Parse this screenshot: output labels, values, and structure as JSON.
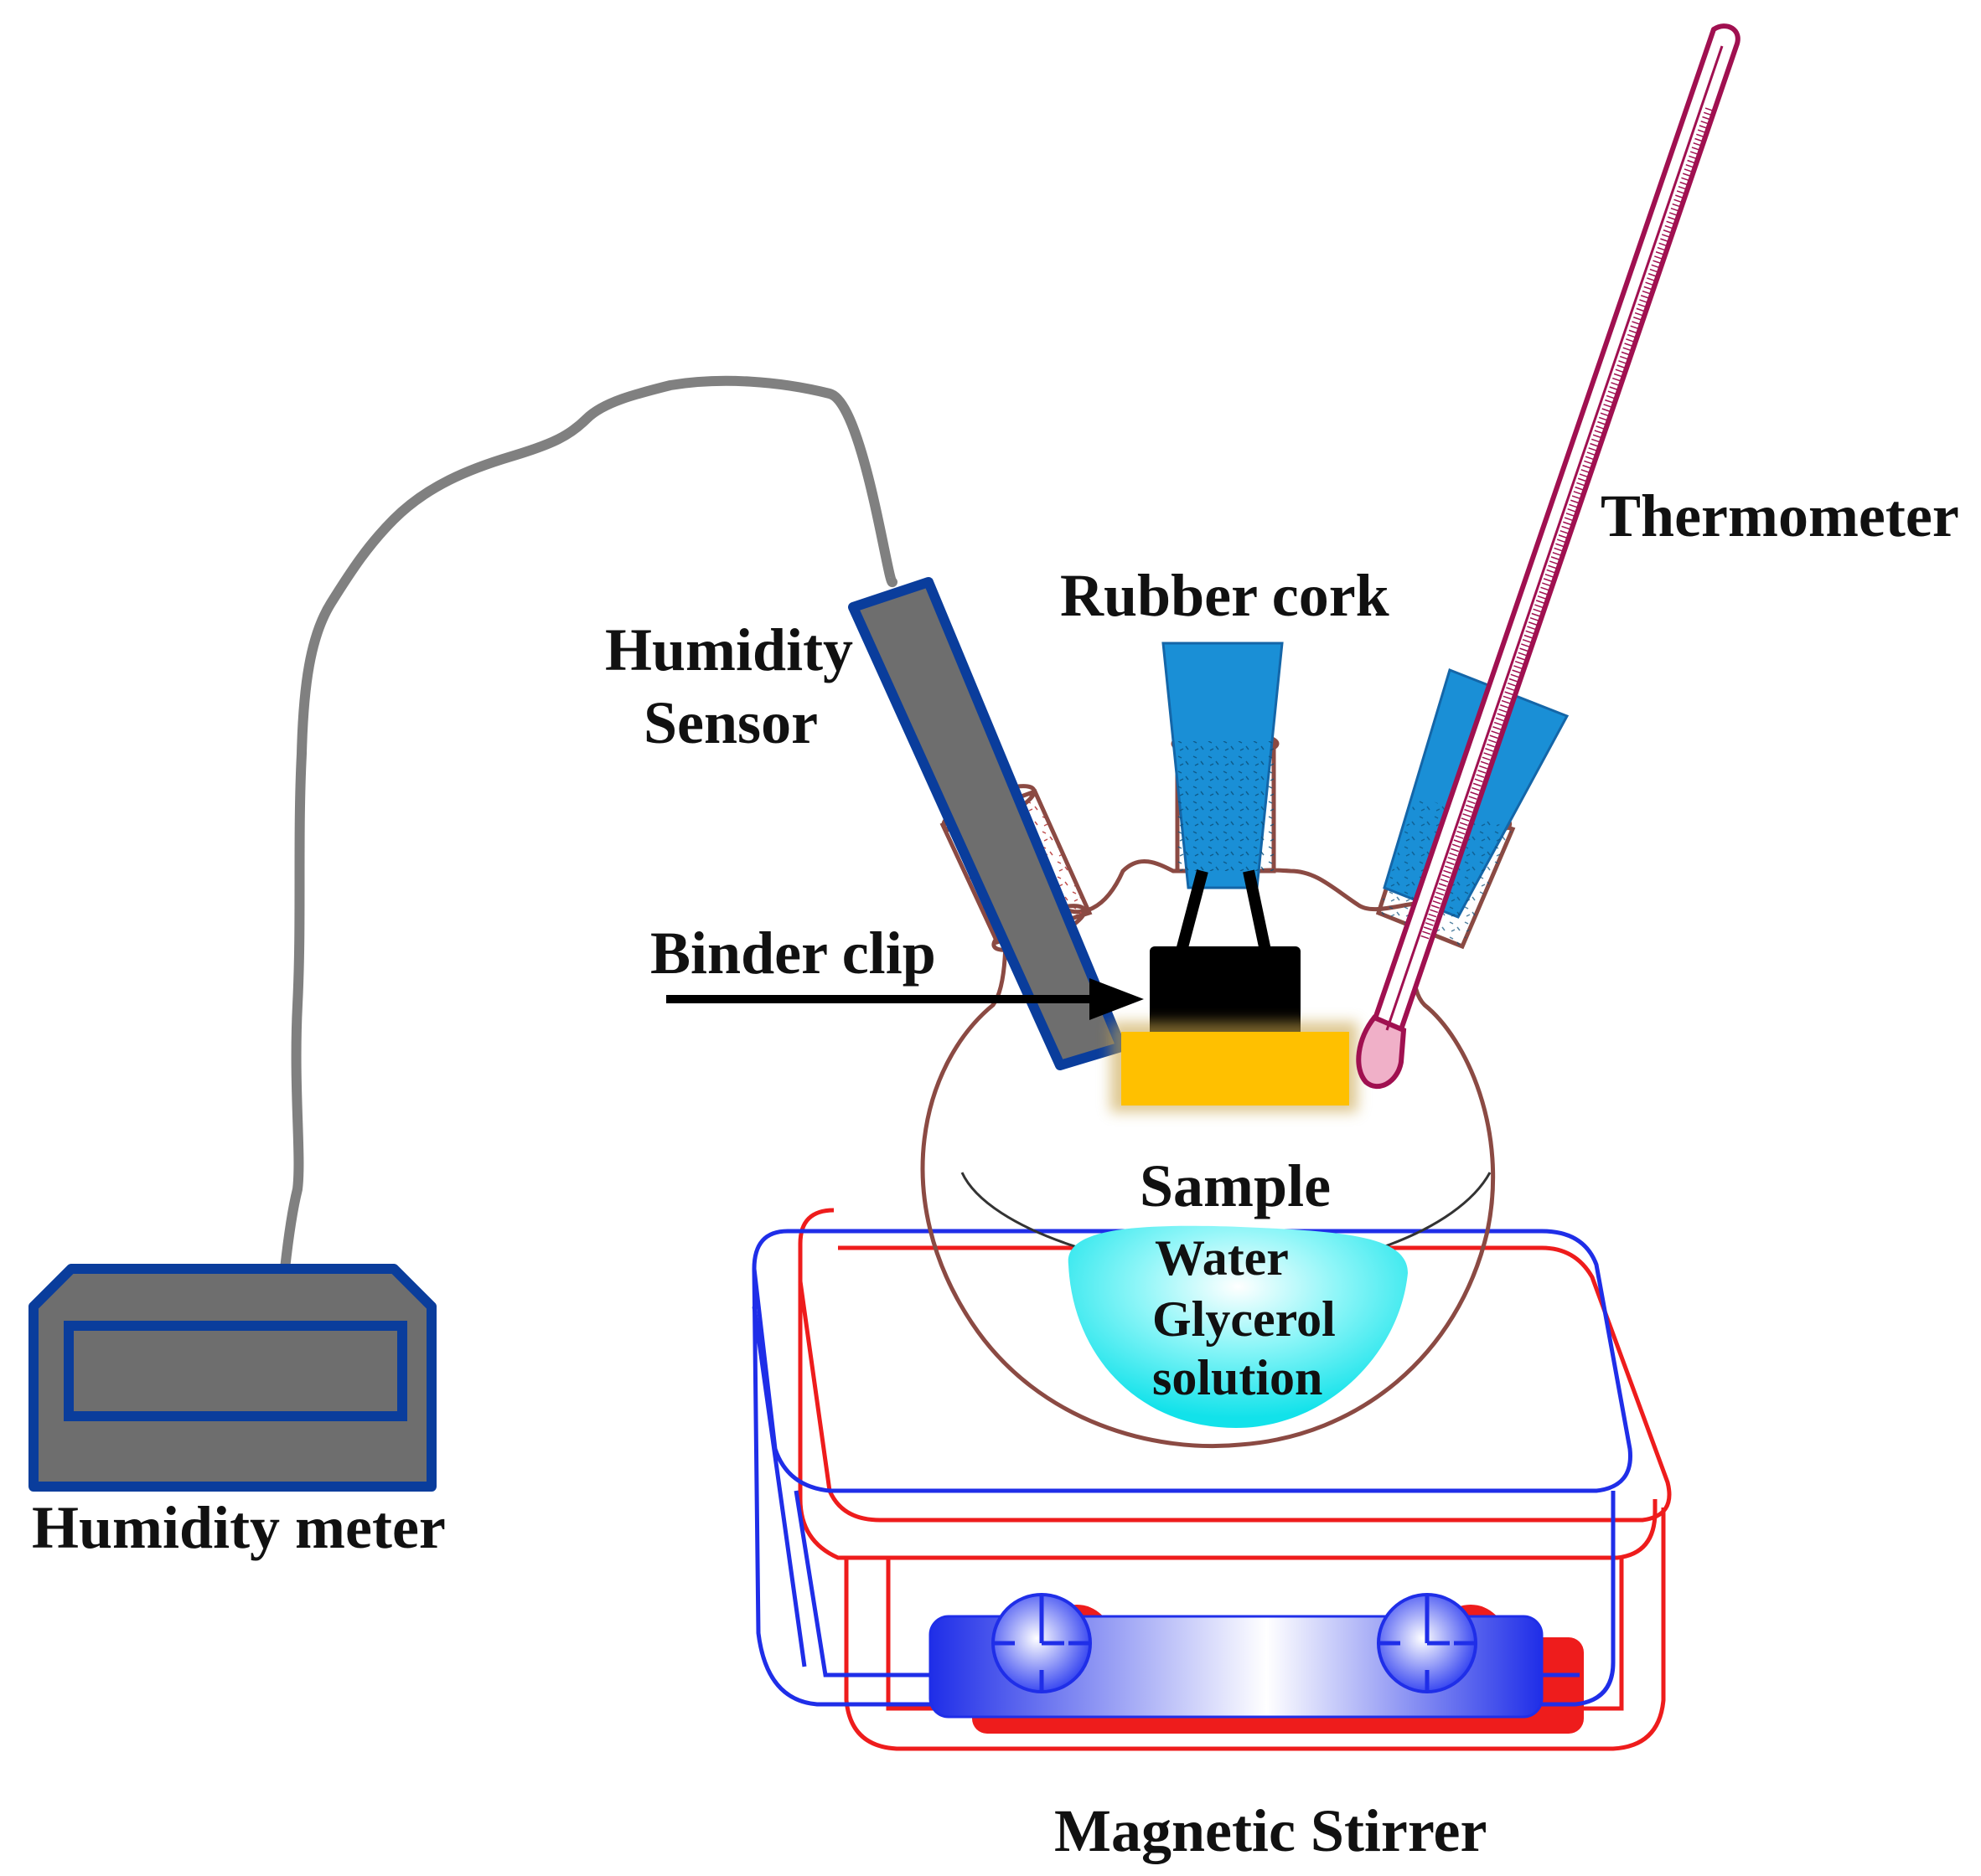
{
  "labels": {
    "thermometer": "Thermometer",
    "rubber_cork": "Rubber cork",
    "humidity_sensor_line1": "Humidity",
    "humidity_sensor_line2": "Sensor",
    "binder_clip": "Binder clip",
    "sample": "Sample",
    "solution_line1": "Water",
    "solution_line2": "Glycerol",
    "solution_line3": "solution",
    "humidity_meter": "Humidity meter",
    "magnetic_stirrer": "Magnetic Stirrer"
  },
  "colors": {
    "cable": "#808080",
    "meter_body": "#6e6e6e",
    "meter_border": "#0a3d9c",
    "sensor_body": "#6e6e6e",
    "cork": "#1a8fd6",
    "flask_outline": "#8b4a43",
    "thermometer": "#a01050",
    "clip": "#000000",
    "sample": "#ffc000",
    "solution": "#17e6ee",
    "stirrer_blue": "#1f2ee8",
    "stirrer_red": "#ee1c1c"
  }
}
